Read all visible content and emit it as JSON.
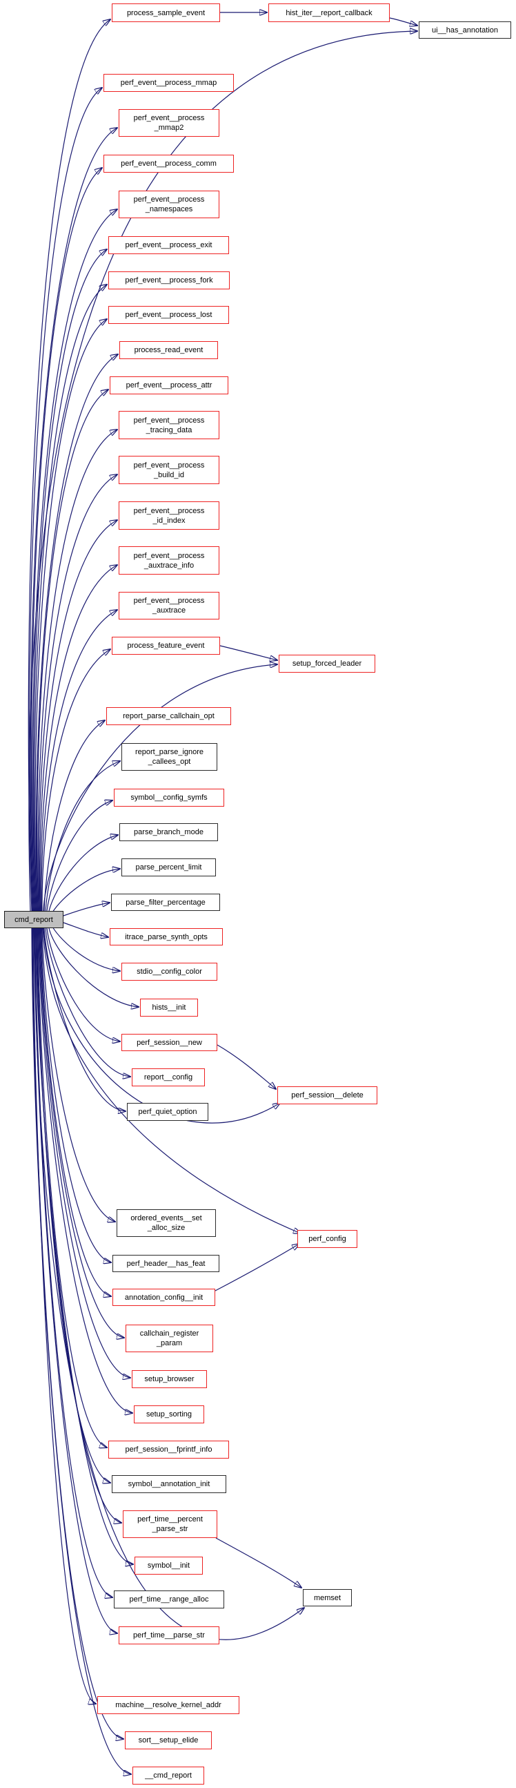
{
  "diagram": {
    "type": "call-graph",
    "root_function": "cmd_report",
    "colors": {
      "edge": "#191970",
      "truncated_node_border": "#ee2222",
      "plain_node_border": "#2b2b2b",
      "root_node_fill": "#bfbfbf",
      "node_fill": "#ffffff",
      "text": "#000000"
    },
    "nodes": [
      {
        "id": "cmd_report",
        "label": "cmd_report",
        "variant": "root"
      },
      {
        "id": "process_sample_event",
        "label": "process_sample_event",
        "variant": "red"
      },
      {
        "id": "hist_iter__report_callback",
        "label": "hist_iter__report_callback",
        "variant": "red"
      },
      {
        "id": "ui__has_annotation",
        "label": "ui__has_annotation",
        "variant": "black"
      },
      {
        "id": "perf_event__process_mmap",
        "label": "perf_event__process_mmap",
        "variant": "red"
      },
      {
        "id": "perf_event__process_mmap2",
        "label": "perf_event__process\n_mmap2",
        "variant": "red"
      },
      {
        "id": "perf_event__process_comm",
        "label": "perf_event__process_comm",
        "variant": "red"
      },
      {
        "id": "perf_event__process_namespaces",
        "label": "perf_event__process\n_namespaces",
        "variant": "red"
      },
      {
        "id": "perf_event__process_exit",
        "label": "perf_event__process_exit",
        "variant": "red"
      },
      {
        "id": "perf_event__process_fork",
        "label": "perf_event__process_fork",
        "variant": "red"
      },
      {
        "id": "perf_event__process_lost",
        "label": "perf_event__process_lost",
        "variant": "red"
      },
      {
        "id": "process_read_event",
        "label": "process_read_event",
        "variant": "red"
      },
      {
        "id": "perf_event__process_attr",
        "label": "perf_event__process_attr",
        "variant": "red"
      },
      {
        "id": "perf_event__process_tracing_data",
        "label": "perf_event__process\n_tracing_data",
        "variant": "red"
      },
      {
        "id": "perf_event__process_build_id",
        "label": "perf_event__process\n_build_id",
        "variant": "red"
      },
      {
        "id": "perf_event__process_id_index",
        "label": "perf_event__process\n_id_index",
        "variant": "red"
      },
      {
        "id": "perf_event__process_auxtrace_info",
        "label": "perf_event__process\n_auxtrace_info",
        "variant": "red"
      },
      {
        "id": "perf_event__process_auxtrace",
        "label": "perf_event__process\n_auxtrace",
        "variant": "red"
      },
      {
        "id": "process_feature_event",
        "label": "process_feature_event",
        "variant": "red"
      },
      {
        "id": "setup_forced_leader",
        "label": "setup_forced_leader",
        "variant": "red"
      },
      {
        "id": "report_parse_callchain_opt",
        "label": "report_parse_callchain_opt",
        "variant": "red"
      },
      {
        "id": "report_parse_ignore_callees_opt",
        "label": "report_parse_ignore\n_callees_opt",
        "variant": "black"
      },
      {
        "id": "symbol__config_symfs",
        "label": "symbol__config_symfs",
        "variant": "red"
      },
      {
        "id": "parse_branch_mode",
        "label": "parse_branch_mode",
        "variant": "black"
      },
      {
        "id": "parse_percent_limit",
        "label": "parse_percent_limit",
        "variant": "black"
      },
      {
        "id": "parse_filter_percentage",
        "label": "parse_filter_percentage",
        "variant": "black"
      },
      {
        "id": "itrace_parse_synth_opts",
        "label": "itrace_parse_synth_opts",
        "variant": "red"
      },
      {
        "id": "stdio__config_color",
        "label": "stdio__config_color",
        "variant": "red"
      },
      {
        "id": "hists__init",
        "label": "hists__init",
        "variant": "red"
      },
      {
        "id": "perf_session__new",
        "label": "perf_session__new",
        "variant": "red"
      },
      {
        "id": "report__config",
        "label": "report__config",
        "variant": "red"
      },
      {
        "id": "perf_session__delete",
        "label": "perf_session__delete",
        "variant": "red"
      },
      {
        "id": "perf_quiet_option",
        "label": "perf_quiet_option",
        "variant": "black"
      },
      {
        "id": "ordered_events__set_alloc_size",
        "label": "ordered_events__set\n_alloc_size",
        "variant": "black"
      },
      {
        "id": "perf_config",
        "label": "perf_config",
        "variant": "red"
      },
      {
        "id": "perf_header__has_feat",
        "label": "perf_header__has_feat",
        "variant": "black"
      },
      {
        "id": "annotation_config__init",
        "label": "annotation_config__init",
        "variant": "red"
      },
      {
        "id": "callchain_register_param",
        "label": "callchain_register\n_param",
        "variant": "red"
      },
      {
        "id": "setup_browser",
        "label": "setup_browser",
        "variant": "red"
      },
      {
        "id": "setup_sorting",
        "label": "setup_sorting",
        "variant": "red"
      },
      {
        "id": "perf_session__fprintf_info",
        "label": "perf_session__fprintf_info",
        "variant": "red"
      },
      {
        "id": "symbol__annotation_init",
        "label": "symbol__annotation_init",
        "variant": "black"
      },
      {
        "id": "perf_time__percent_parse_str",
        "label": "perf_time__percent\n_parse_str",
        "variant": "red"
      },
      {
        "id": "symbol__init",
        "label": "symbol__init",
        "variant": "red"
      },
      {
        "id": "perf_time__range_alloc",
        "label": "perf_time__range_alloc",
        "variant": "black"
      },
      {
        "id": "perf_time__parse_str",
        "label": "perf_time__parse_str",
        "variant": "red"
      },
      {
        "id": "memset",
        "label": "memset",
        "variant": "black"
      },
      {
        "id": "machine__resolve_kernel_addr",
        "label": "machine__resolve_kernel_addr",
        "variant": "red"
      },
      {
        "id": "sort__setup_elide",
        "label": "sort__setup_elide",
        "variant": "red"
      },
      {
        "id": "__cmd_report",
        "label": "__cmd_report",
        "variant": "red"
      }
    ],
    "edges": [
      {
        "from": "cmd_report",
        "to": "process_sample_event"
      },
      {
        "from": "cmd_report",
        "to": "ui__has_annotation"
      },
      {
        "from": "cmd_report",
        "to": "perf_event__process_mmap"
      },
      {
        "from": "cmd_report",
        "to": "perf_event__process_mmap2"
      },
      {
        "from": "cmd_report",
        "to": "perf_event__process_comm"
      },
      {
        "from": "cmd_report",
        "to": "perf_event__process_namespaces"
      },
      {
        "from": "cmd_report",
        "to": "perf_event__process_exit"
      },
      {
        "from": "cmd_report",
        "to": "perf_event__process_fork"
      },
      {
        "from": "cmd_report",
        "to": "perf_event__process_lost"
      },
      {
        "from": "cmd_report",
        "to": "process_read_event"
      },
      {
        "from": "cmd_report",
        "to": "perf_event__process_attr"
      },
      {
        "from": "cmd_report",
        "to": "perf_event__process_tracing_data"
      },
      {
        "from": "cmd_report",
        "to": "perf_event__process_build_id"
      },
      {
        "from": "cmd_report",
        "to": "perf_event__process_id_index"
      },
      {
        "from": "cmd_report",
        "to": "perf_event__process_auxtrace_info"
      },
      {
        "from": "cmd_report",
        "to": "perf_event__process_auxtrace"
      },
      {
        "from": "cmd_report",
        "to": "process_feature_event"
      },
      {
        "from": "cmd_report",
        "to": "setup_forced_leader"
      },
      {
        "from": "cmd_report",
        "to": "report_parse_callchain_opt"
      },
      {
        "from": "cmd_report",
        "to": "report_parse_ignore_callees_opt"
      },
      {
        "from": "cmd_report",
        "to": "symbol__config_symfs"
      },
      {
        "from": "cmd_report",
        "to": "parse_branch_mode"
      },
      {
        "from": "cmd_report",
        "to": "parse_percent_limit"
      },
      {
        "from": "cmd_report",
        "to": "parse_filter_percentage"
      },
      {
        "from": "cmd_report",
        "to": "itrace_parse_synth_opts"
      },
      {
        "from": "cmd_report",
        "to": "stdio__config_color"
      },
      {
        "from": "cmd_report",
        "to": "hists__init"
      },
      {
        "from": "cmd_report",
        "to": "perf_session__new"
      },
      {
        "from": "cmd_report",
        "to": "report__config"
      },
      {
        "from": "cmd_report",
        "to": "perf_quiet_option"
      },
      {
        "from": "cmd_report",
        "to": "perf_session__delete"
      },
      {
        "from": "cmd_report",
        "to": "perf_config"
      },
      {
        "from": "cmd_report",
        "to": "ordered_events__set_alloc_size"
      },
      {
        "from": "cmd_report",
        "to": "perf_header__has_feat"
      },
      {
        "from": "cmd_report",
        "to": "annotation_config__init"
      },
      {
        "from": "cmd_report",
        "to": "callchain_register_param"
      },
      {
        "from": "cmd_report",
        "to": "setup_browser"
      },
      {
        "from": "cmd_report",
        "to": "setup_sorting"
      },
      {
        "from": "cmd_report",
        "to": "perf_session__fprintf_info"
      },
      {
        "from": "cmd_report",
        "to": "symbol__annotation_init"
      },
      {
        "from": "cmd_report",
        "to": "perf_time__percent_parse_str"
      },
      {
        "from": "cmd_report",
        "to": "symbol__init"
      },
      {
        "from": "cmd_report",
        "to": "perf_time__range_alloc"
      },
      {
        "from": "cmd_report",
        "to": "perf_time__parse_str"
      },
      {
        "from": "cmd_report",
        "to": "memset"
      },
      {
        "from": "cmd_report",
        "to": "machine__resolve_kernel_addr"
      },
      {
        "from": "cmd_report",
        "to": "sort__setup_elide"
      },
      {
        "from": "cmd_report",
        "to": "__cmd_report"
      },
      {
        "from": "process_sample_event",
        "to": "hist_iter__report_callback"
      },
      {
        "from": "hist_iter__report_callback",
        "to": "ui__has_annotation"
      },
      {
        "from": "process_feature_event",
        "to": "setup_forced_leader"
      },
      {
        "from": "perf_session__new",
        "to": "perf_session__delete"
      },
      {
        "from": "annotation_config__init",
        "to": "perf_config"
      },
      {
        "from": "perf_time__percent_parse_str",
        "to": "memset"
      }
    ]
  }
}
